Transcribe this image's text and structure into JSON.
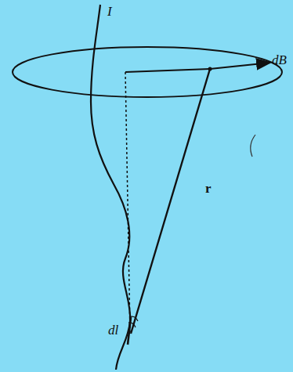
{
  "diagram": {
    "labels": [
      "I",
      "dB",
      "r",
      "dl"
    ]
  }
}
